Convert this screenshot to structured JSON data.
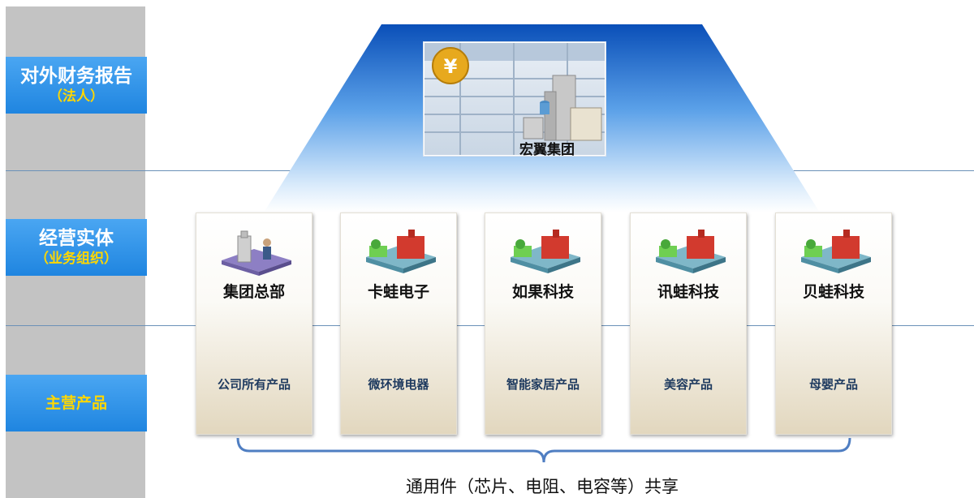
{
  "rows": {
    "financial": {
      "main": "对外财务报告",
      "sub": "（法人）"
    },
    "operating": {
      "main": "经营实体",
      "sub": "（业务组织）"
    },
    "products": {
      "main": "主营产品"
    }
  },
  "group": {
    "name": "宏翼集团",
    "icon": "building-yuan-icon"
  },
  "units": [
    {
      "name": "集团总部",
      "product": "公司所有产品",
      "icon": "headquarters-icon"
    },
    {
      "name": "卡蛙电子",
      "product": "微环境电器",
      "icon": "factory-icon"
    },
    {
      "name": "如果科技",
      "product": "智能家居产品",
      "icon": "factory-icon"
    },
    {
      "name": "讯蛙科技",
      "product": "美容产品",
      "icon": "factory-icon"
    },
    {
      "name": "贝蛙科技",
      "product": "母婴产品",
      "icon": "factory-icon"
    }
  ],
  "shared_note": "通用件（芯片、电阻、电容等）共享",
  "colors": {
    "label_blue": "#1f85e0",
    "pyramid_blue": "#0a4fb8",
    "label_yellow": "#ffd700"
  }
}
